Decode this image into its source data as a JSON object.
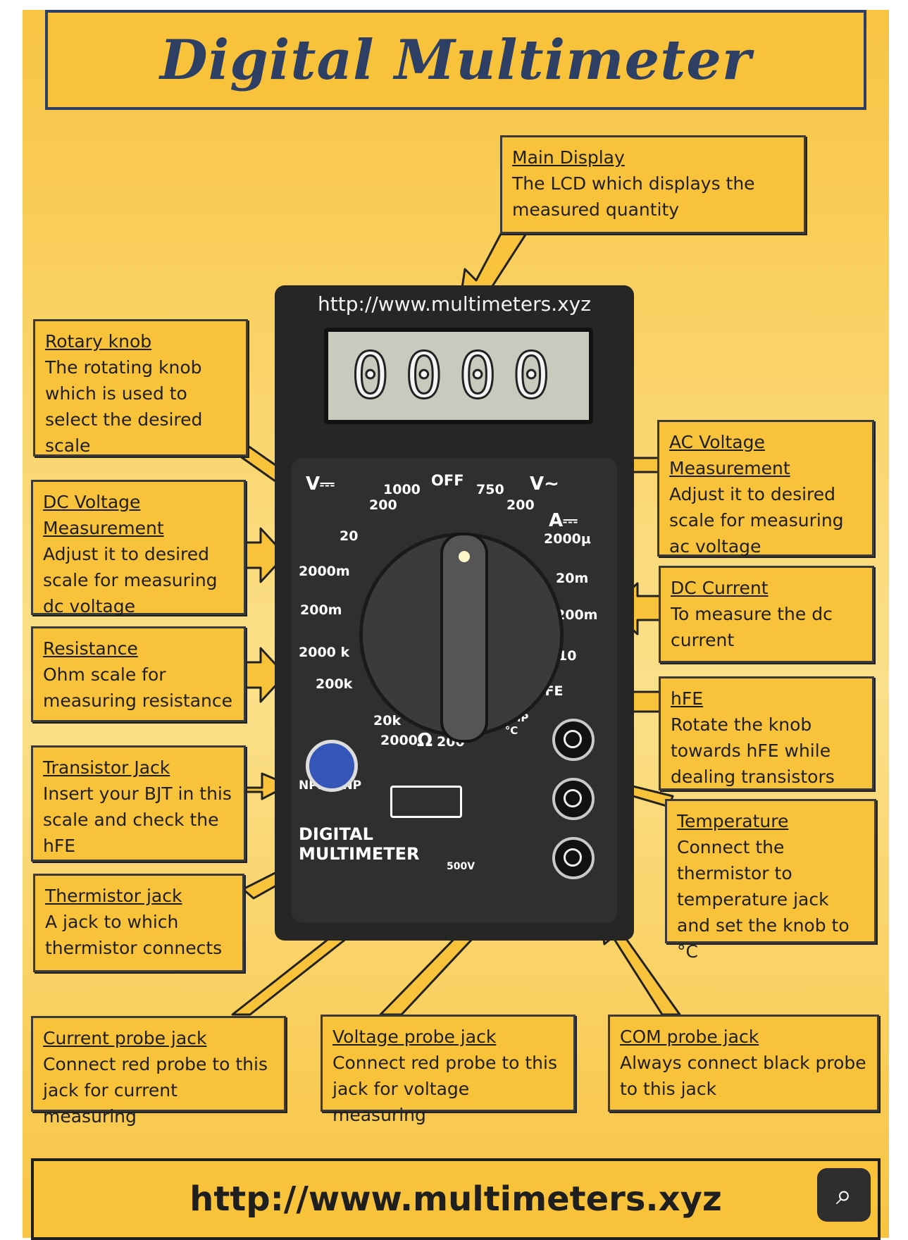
{
  "title": "Digital Multimeter",
  "footer_url": "http://www.multimeters.xyz",
  "meter": {
    "url": "http://www.multimeters.xyz",
    "display": "0000",
    "labels": {
      "v_dc": "V⎓",
      "v_ac": "V~",
      "a_dc": "A⎓",
      "off": "OFF",
      "v1000": "1000",
      "v750": "750",
      "v200a": "200",
      "v200b": "200",
      "v20": "20",
      "v2000m": "2000m",
      "v200m": "200m",
      "a2000u": "2000μ",
      "a20m": "20m",
      "a200m": "200m",
      "a10": "10",
      "r2000k": "2000 k",
      "r200k": "200k",
      "r20k": "20k",
      "r2000": "2000",
      "r200": "200",
      "ohm": "Ω",
      "hfe": "hFE",
      "temp": "TEMP °C",
      "npn": "NPN",
      "pnp": "PNP",
      "brand": "DIGITAL MULTIMETER",
      "volts": "500V"
    }
  },
  "callouts": {
    "main_display": {
      "title": "Main Display",
      "desc": "The LCD which displays the measured quantity"
    },
    "rotary_knob": {
      "title": "Rotary knob",
      "desc": "The rotating knob which is used to select the desired scale"
    },
    "dc_voltage": {
      "title": "DC Voltage Measurement",
      "desc": "Adjust it to desired scale for measuring dc voltage"
    },
    "resistance": {
      "title": "Resistance",
      "desc": "Ohm scale for measuring resistance"
    },
    "transistor_jack": {
      "title": "Transistor Jack",
      "desc": "Insert your BJT in this scale and check the hFE"
    },
    "thermistor_jack": {
      "title": "Thermistor jack",
      "desc": "A jack to which thermistor connects"
    },
    "ac_voltage": {
      "title": "AC Voltage Measurement",
      "desc": "Adjust it to desired scale for measuring ac voltage"
    },
    "dc_current": {
      "title": "DC Current",
      "desc": "To measure the dc current"
    },
    "hfe": {
      "title": "hFE",
      "desc": "Rotate the knob towards hFE while dealing transistors"
    },
    "temperature": {
      "title": "Temperature",
      "desc": "Connect the thermistor to temperature jack and set the knob to °C"
    },
    "current_probe": {
      "title": "Current probe jack",
      "desc": "Connect red probe to this jack for current measuring"
    },
    "voltage_probe": {
      "title": "Voltage probe jack",
      "desc": "Connect red probe to this jack for voltage measuring"
    },
    "com_probe": {
      "title": "COM probe jack",
      "desc": "Always connect black probe to this jack"
    }
  },
  "colors": {
    "poster": "#f8c23a",
    "title": "#2e3f66",
    "meter": "#262626"
  },
  "icons": {
    "corner": "zoom-search-icon"
  }
}
